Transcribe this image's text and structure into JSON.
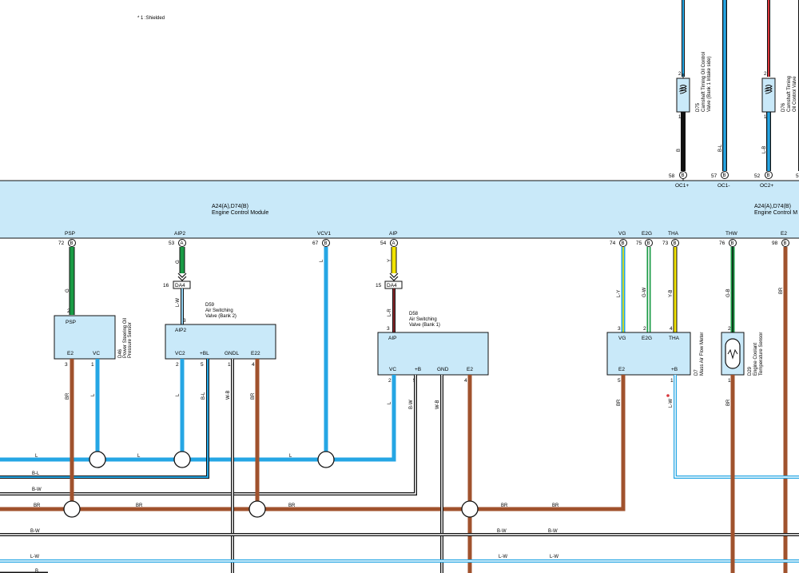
{
  "note": "* 1 :Shielded",
  "ecm": {
    "name_left": "A24(A),D74(B)",
    "title_left": "Engine Control Module",
    "name_right": "A24(A),D74(B)",
    "title_right": "Engine Control M"
  },
  "top_pins": [
    {
      "num": "58",
      "conn": "B",
      "label": "OC1+",
      "wire": "B"
    },
    {
      "num": "57",
      "conn": "B",
      "label": "OC1-",
      "wire": "B-L"
    },
    {
      "num": "52",
      "conn": "B",
      "label": "OC2+",
      "wire": "L-B"
    },
    {
      "num": "5",
      "conn": "",
      "label": "",
      "wire": ""
    }
  ],
  "bottom_pins": [
    {
      "num": "72",
      "conn": "B",
      "label": "PSP",
      "wire": "G"
    },
    {
      "num": "53",
      "conn": "A",
      "label": "AIP2",
      "wire": "G"
    },
    {
      "num": "67",
      "conn": "B",
      "label": "VCV1",
      "wire": "L"
    },
    {
      "num": "54",
      "conn": "A",
      "label": "AIP",
      "wire": "Y"
    },
    {
      "num": "74",
      "conn": "B",
      "label": "VG",
      "wire": "L-Y"
    },
    {
      "num": "75",
      "conn": "B",
      "label": "E2G",
      "wire": "G-W"
    },
    {
      "num": "73",
      "conn": "B",
      "label": "THA",
      "wire": "Y-B"
    },
    {
      "num": "76",
      "conn": "B",
      "label": "THW",
      "wire": "G-B"
    },
    {
      "num": "98",
      "conn": "B",
      "label": "E2",
      "wire": "BR"
    }
  ],
  "valves": [
    {
      "pin_top": "2",
      "pin_bottom": "1",
      "id": "D75",
      "name": "Camshaft Timing Oil Control",
      "sub": "Valve (Bank 1 Intake side)"
    },
    {
      "pin_top": "2",
      "pin_bottom": "1",
      "id": "D76",
      "name": "Camshaft Timing",
      "sub": "Oil Control Valve"
    }
  ],
  "junctions": [
    {
      "pin": "16",
      "id": "DA4",
      "wire": "L-W"
    },
    {
      "pin": "15",
      "id": "DA4",
      "wire": "L-R"
    }
  ],
  "components": [
    {
      "id": "D46",
      "name": "Power Steering Oil",
      "sub": "Pressure Sensor",
      "top": "PSP",
      "pins": [
        "E2",
        "VC"
      ],
      "top_pin": "2",
      "bottom_pins": [
        "3",
        "1"
      ]
    },
    {
      "id": "D59",
      "name": "Air Switching",
      "sub": "Valve (Bank 2)",
      "top": "AIP2",
      "pins": [
        "VC2",
        "+BL",
        "GNDL",
        "E22"
      ],
      "top_pin": "3",
      "bottom_pins": [
        "2",
        "5",
        "1",
        "4"
      ]
    },
    {
      "id": "D58",
      "name": "Air Switching",
      "sub": "Valve (Bank 1)",
      "top": "AIP",
      "pins": [
        "VC",
        "+B",
        "GND",
        "E2"
      ],
      "top_pin": "3",
      "bottom_pins": [
        "2",
        "5",
        "1",
        "4"
      ]
    },
    {
      "id": "D7",
      "name": "Mass Air Flow Meter",
      "sub": "",
      "top_labels": [
        "VG",
        "E2G",
        "THA"
      ],
      "pins": [
        "E2",
        "+B"
      ],
      "top_pins": [
        "3",
        "2",
        "4"
      ],
      "bottom_pins": [
        "5",
        "1"
      ]
    },
    {
      "id": "D29",
      "name": "Engine Coolant",
      "sub": "Temperature Sensor",
      "top_pin": "2",
      "bottom_pin": "1"
    }
  ],
  "wire_labels": {
    "below_sensors": [
      "BR",
      "L",
      "L",
      "B-L",
      "BR",
      "B-W",
      "W-B",
      "BR",
      "L",
      "B-W",
      "W-B",
      "BR",
      "L-W",
      "BR"
    ],
    "bus": [
      "L",
      "L",
      "L",
      "B-L",
      "B-W",
      "BR",
      "BR",
      "BR",
      "BR",
      "BR",
      "B-W",
      "B-W",
      "B-W",
      "L-W",
      "L-W",
      "L-W",
      "B"
    ]
  },
  "colors": {
    "ecm_fill": "#c9e9f9",
    "blue": "#25a6e4",
    "brown": "#a0522d",
    "green": "#1a9b45",
    "yellow": "#f2e300",
    "red": "#d8353b",
    "black": "#111111"
  }
}
